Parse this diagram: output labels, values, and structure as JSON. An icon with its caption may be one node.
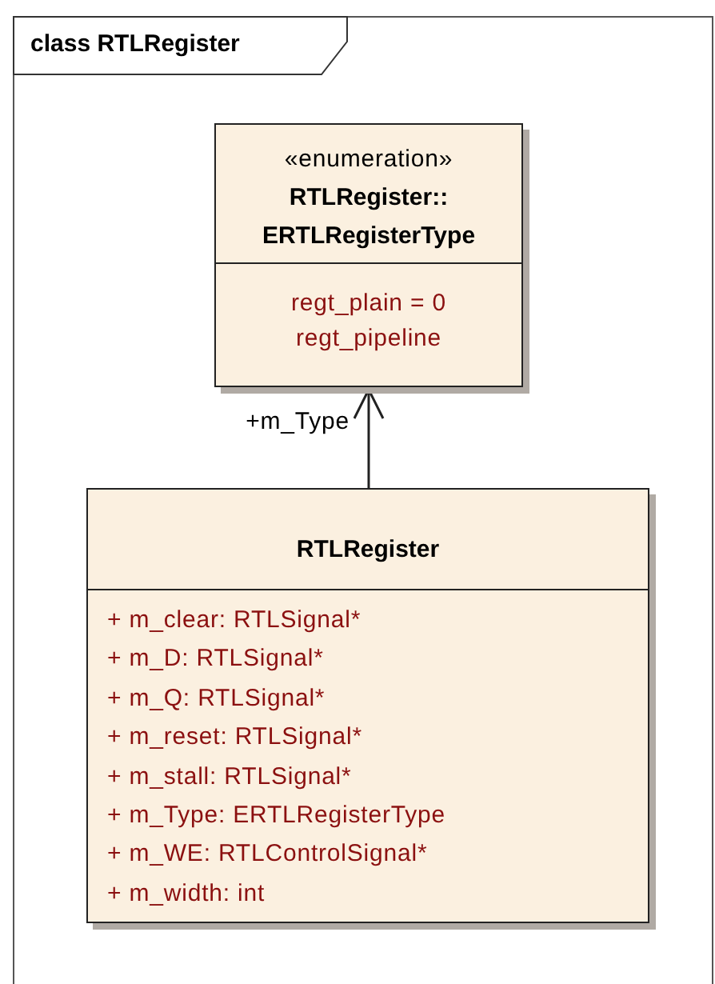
{
  "diagram": {
    "nodes": [
      {
        "text": [
          "class RTLRegister"
        ]
      },
      {
        "text": [
          "«enumeration»",
          "RTLRegister:: ERTLRegisterType",
          "regt_plain = 0",
          "regt_pipeline"
        ],
        "in": 0
      },
      {
        "text": [
          "RTLRegister",
          "+ m_clear: RTLSignal*",
          "+ m_D: RTLSignal*",
          "+ m_Q: RTLSignal*",
          "+ m_reset: RTLSignal*",
          "+ m_stall: RTLSignal*",
          "+ m_Type: ERTLRegisterType",
          "+ m_WE: RTLControlSignal*",
          "+ m_width: int"
        ],
        "in": 0
      }
    ],
    "edges": [
      {
        "from": 2,
        "to": 1,
        "arrow": "to",
        "label": "+m_Type"
      }
    ]
  }
}
